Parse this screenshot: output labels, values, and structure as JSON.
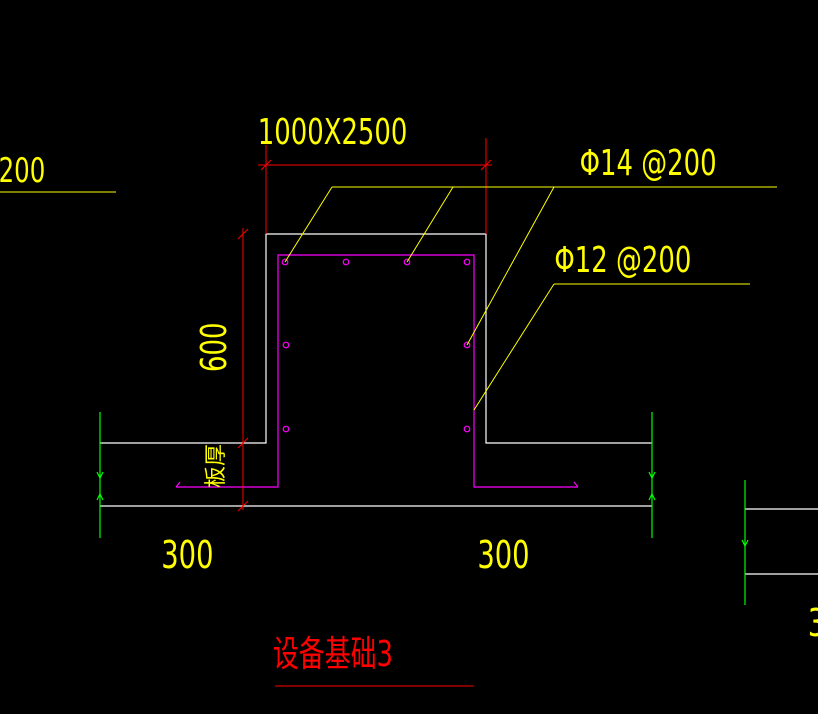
{
  "drawing": {
    "size_label": "1000X2500",
    "rebar_top_label": "Φ14 @200",
    "rebar_side_label": "Φ12 @200",
    "height_label": "600",
    "slab_thickness_label": "板厚",
    "left_width_label": "300",
    "right_width_label": "300",
    "left_edge_label": "200",
    "right_edge_label": "3",
    "title": "设备基础3"
  },
  "colors": {
    "background": "#000000",
    "outline": "#ffffff",
    "text": "#ffff00",
    "dimension": "#ff0000",
    "rebar": "#ff00ff",
    "extension": "#00ff00"
  }
}
